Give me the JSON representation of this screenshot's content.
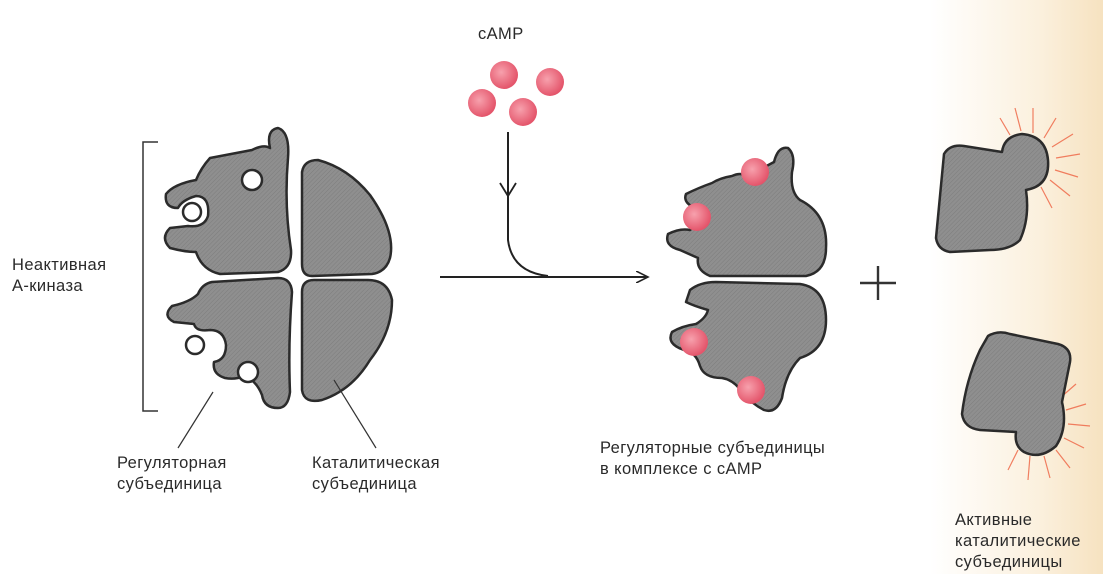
{
  "labels": {
    "camp": "cAMP",
    "inactive": [
      "Неактивная",
      "А-киназа"
    ],
    "regulatory": [
      "Регуляторная",
      "субъединица"
    ],
    "catalytic": [
      "Каталитическая",
      "субъединица"
    ],
    "complex": [
      "Регуляторные субъединицы",
      "в комплексе с сАМР"
    ],
    "active": [
      "Активные",
      "каталитические",
      "субъединицы"
    ]
  },
  "colors": {
    "subunit_fill": "#8f8f8f",
    "outline": "#2b2b2b",
    "camp": "#ea5f74",
    "glow": "#ef6a4a"
  }
}
